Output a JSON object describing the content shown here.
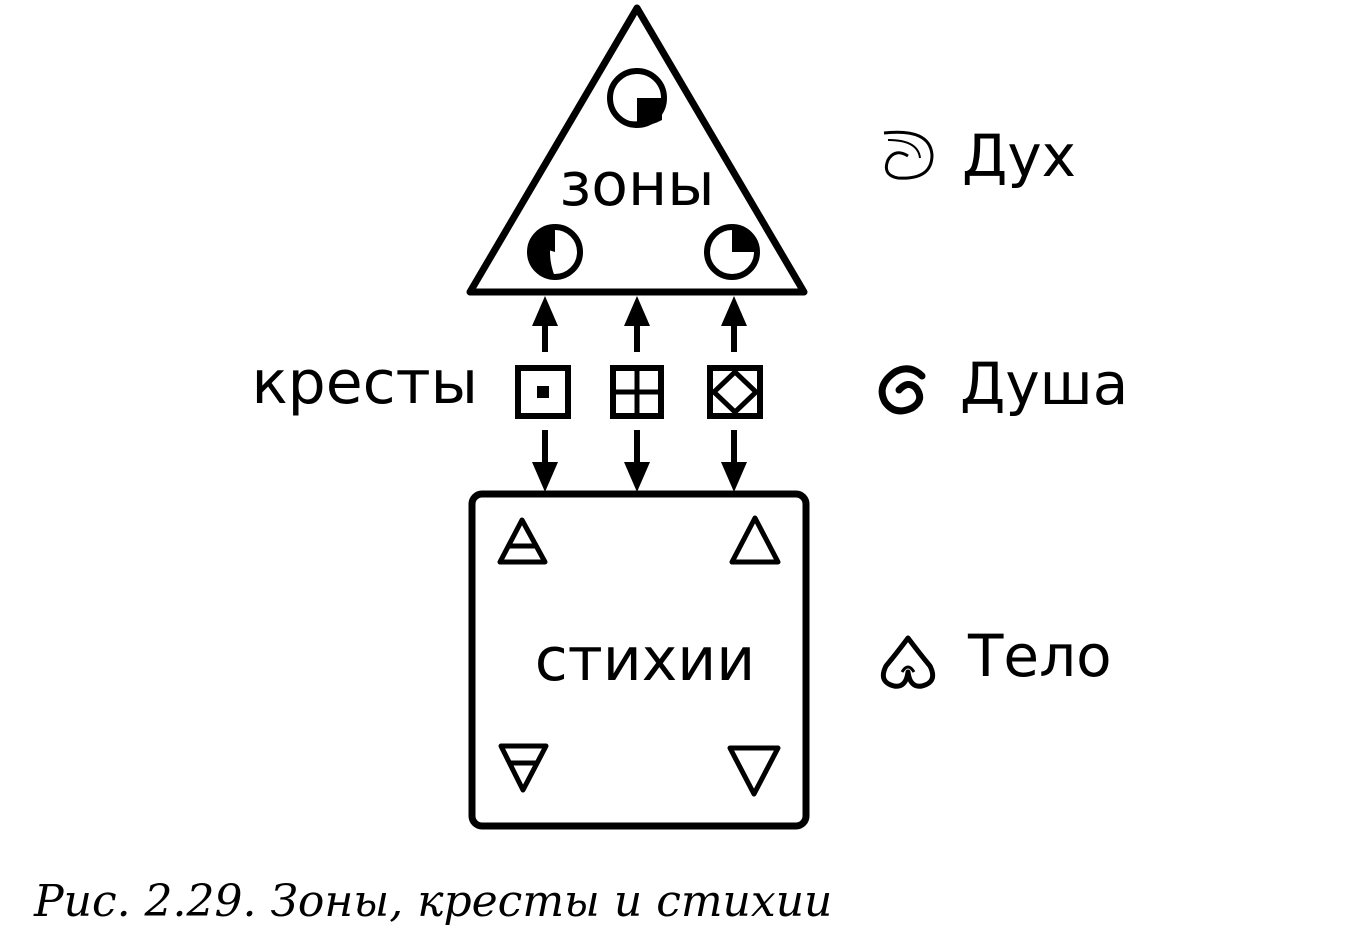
{
  "zones": {
    "label": "зоны"
  },
  "crosses": {
    "label": "кресты"
  },
  "elements": {
    "label": "стихии"
  },
  "legend": {
    "spirit": {
      "label": "Дух",
      "icon": "spirit-glyph-icon"
    },
    "soul": {
      "label": "Душа",
      "icon": "soul-glyph-icon"
    },
    "body": {
      "label": "Тело",
      "icon": "body-glyph-icon"
    }
  },
  "caption": "Рис. 2.29. Зоны, кресты и стихии",
  "colors": {
    "ink": "#000000",
    "paper": "#ffffff"
  }
}
